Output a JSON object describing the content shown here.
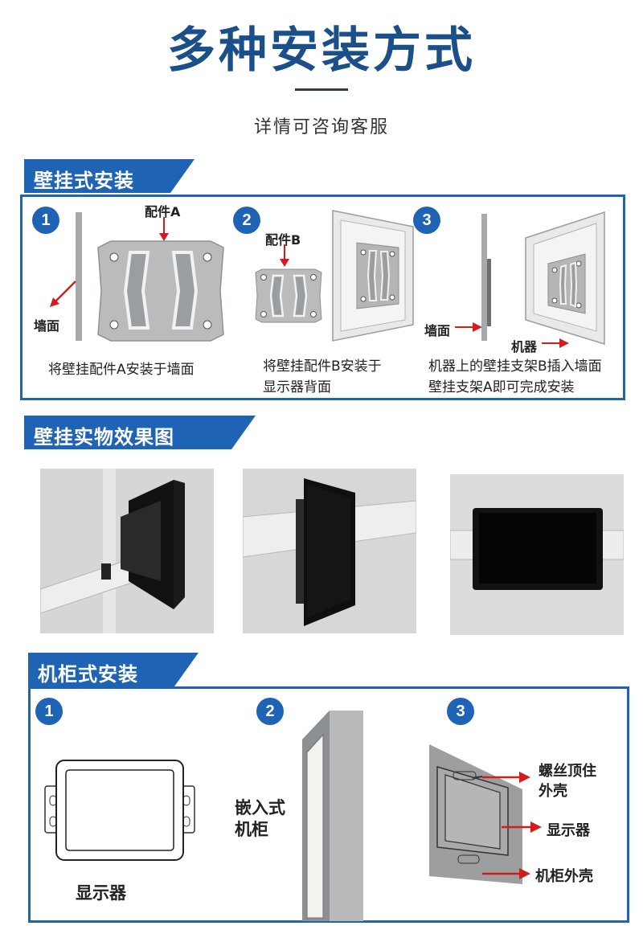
{
  "header": {
    "title": "多种安装方式",
    "subtitle": "详情可咨询客服"
  },
  "wall_mount": {
    "title": "壁挂式安装",
    "steps": [
      {
        "num": "1",
        "part_label": "配件A",
        "wall_label": "墙面",
        "caption": "将壁挂配件A安装于墙面"
      },
      {
        "num": "2",
        "part_label": "配件B",
        "caption_line1": "将壁挂配件B安装于",
        "caption_line2": "显示器背面"
      },
      {
        "num": "3",
        "wall_label": "墙面",
        "machine_label": "机器",
        "caption_line1": "机器上的壁挂支架B插入墙面",
        "caption_line2": "壁挂支架A即可完成安装"
      }
    ]
  },
  "photos": {
    "title": "壁挂实物效果图"
  },
  "cabinet_mount": {
    "title": "机柜式安装",
    "steps": [
      {
        "num": "1",
        "label": "显示器"
      },
      {
        "num": "2",
        "label_line1": "嵌入式",
        "label_line2": "机柜"
      },
      {
        "num": "3",
        "label_screw_line1": "螺丝顶住",
        "label_screw_line2": "外壳",
        "label_display": "显示器",
        "label_shell": "机柜外壳"
      }
    ]
  },
  "colors": {
    "brand_blue": "#1f63b4",
    "title_blue": "#1a4f8a",
    "arrow_red": "#d21d1d"
  }
}
